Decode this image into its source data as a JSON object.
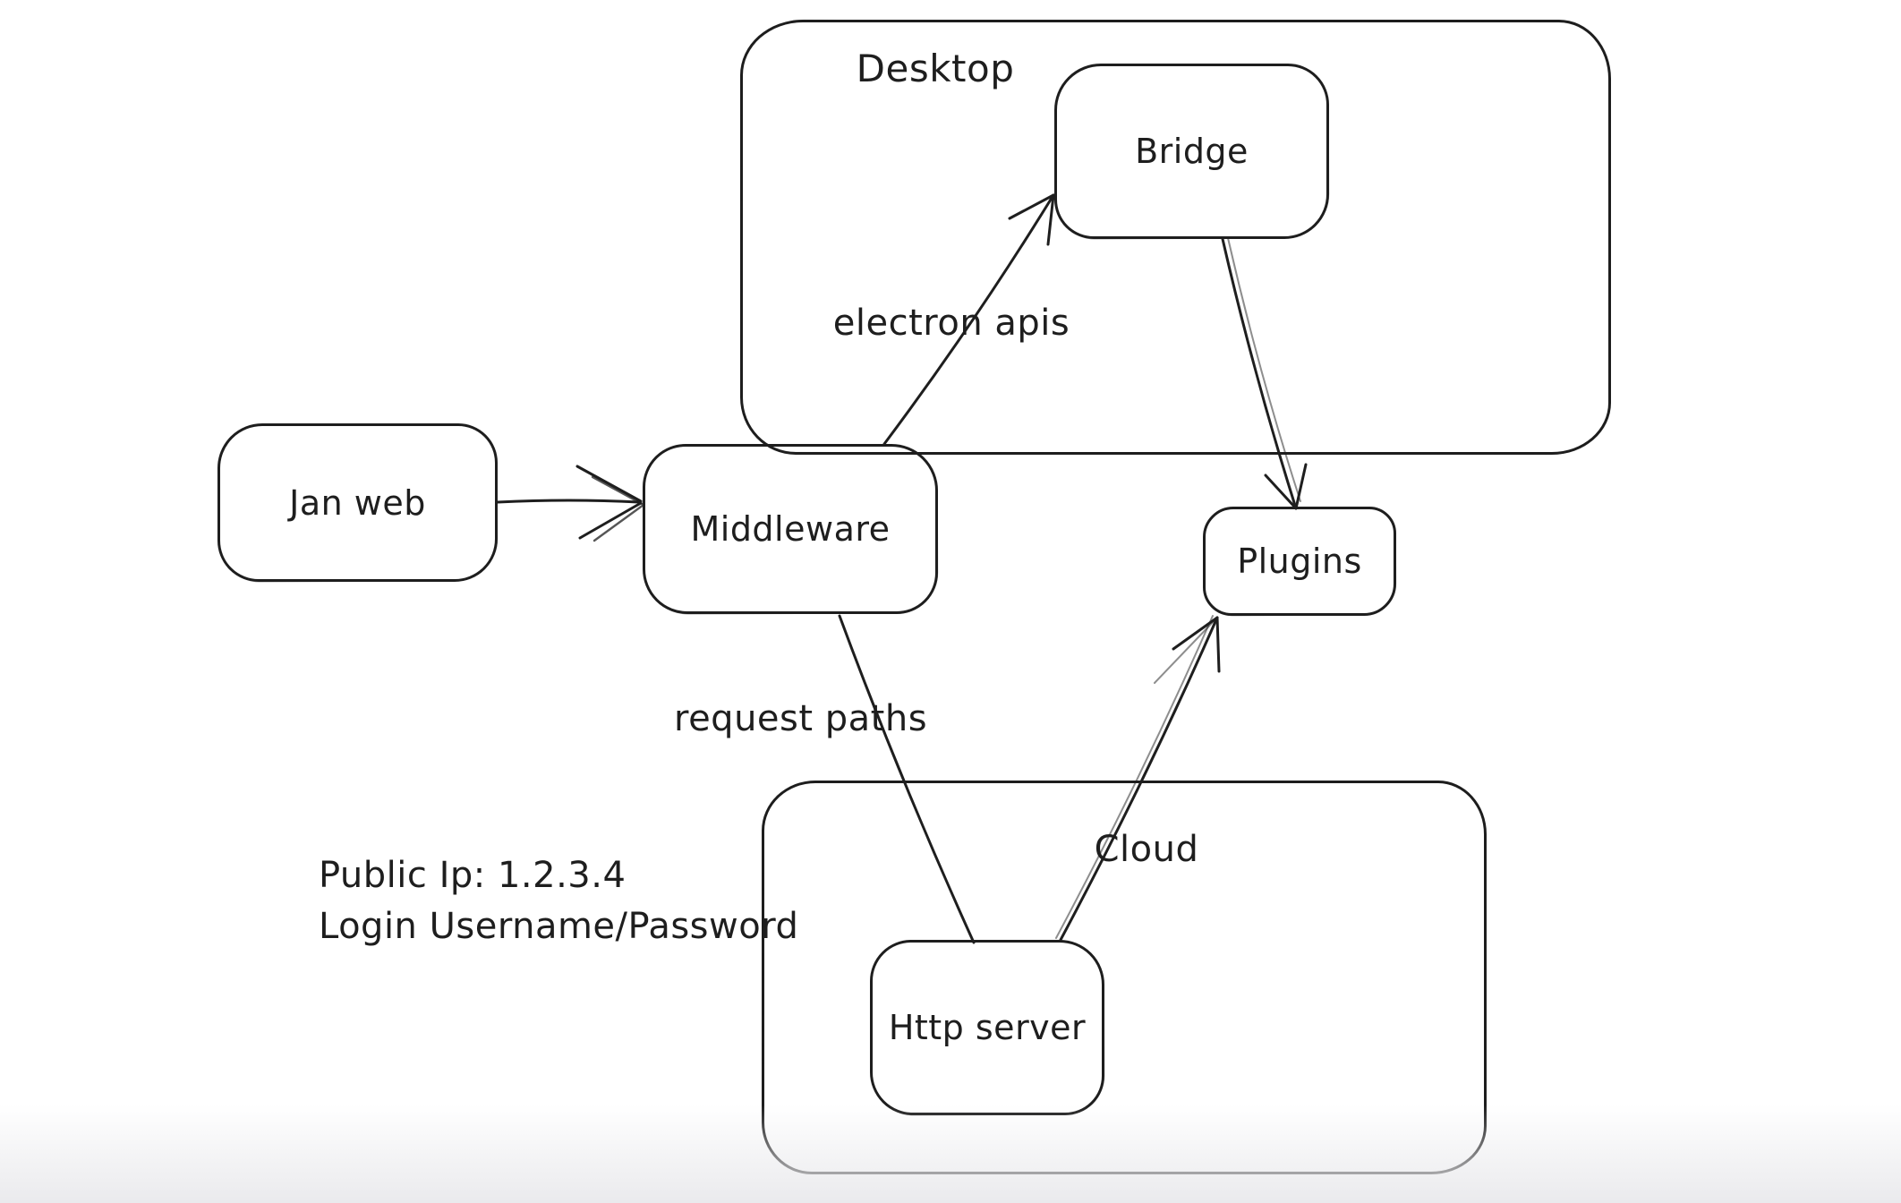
{
  "colors": {
    "stroke": "#1e1e1e",
    "background": "#ffffff",
    "bottom_fade": "#e9e9ec"
  },
  "groups": [
    {
      "label": "Desktop"
    },
    {
      "label": "Cloud"
    }
  ],
  "nodes": [
    {
      "label": "Jan web"
    },
    {
      "label": "Middleware"
    },
    {
      "label": "Bridge"
    },
    {
      "label": "Plugins"
    },
    {
      "label": "Http server"
    }
  ],
  "edges": [
    {
      "from": "Jan web",
      "to": "Middleware",
      "label": ""
    },
    {
      "from": "Middleware",
      "to": "Bridge",
      "label": "electron apis"
    },
    {
      "from": "Bridge",
      "to": "Plugins",
      "label": ""
    },
    {
      "from": "Middleware",
      "to": "Http server",
      "label": "request paths"
    },
    {
      "from": "Http server",
      "to": "Plugins",
      "label": ""
    }
  ],
  "annotations": [
    {
      "text": "Public Ip: 1.2.3.4"
    },
    {
      "text": "Login Username/Password"
    }
  ]
}
